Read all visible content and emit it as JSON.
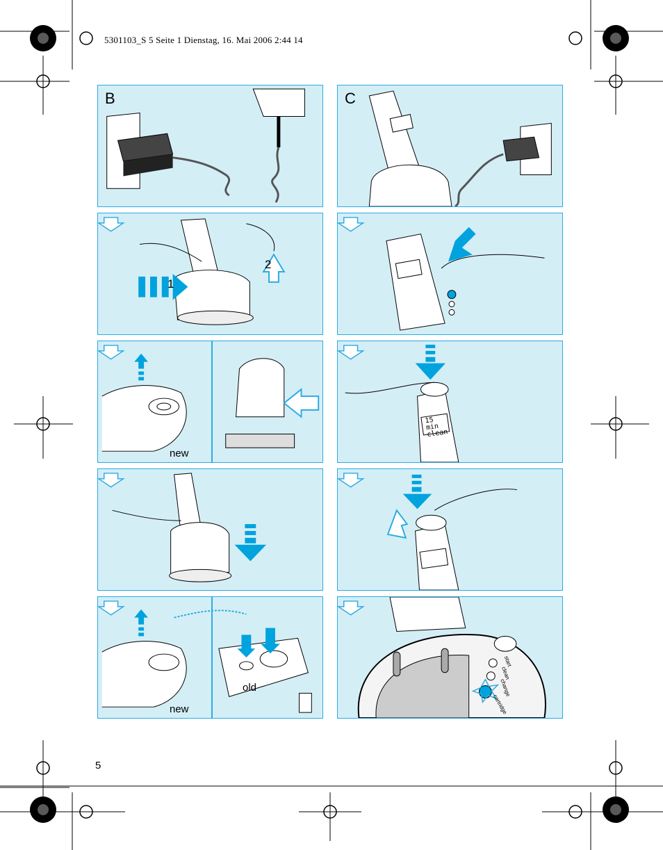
{
  "header": {
    "text": "5301103_S 5  Seite 1  Dienstag, 16. Mai 2006  2:44 14"
  },
  "page_number": "5",
  "sections": {
    "b": "B",
    "c": "C"
  },
  "panels": {
    "b2": {
      "step1": "1",
      "step2": "2"
    },
    "b3": {
      "label": "new"
    },
    "b5": {
      "label_new": "new",
      "label_old": "old"
    },
    "c3": {
      "display": "15 min clean"
    },
    "c5": {
      "buttons": [
        "start",
        "clean",
        "change",
        "cartridge"
      ]
    }
  },
  "colors": {
    "panel_fill": "#d4eef6",
    "accent": "#00a3dd",
    "border": "#2cabe0"
  }
}
